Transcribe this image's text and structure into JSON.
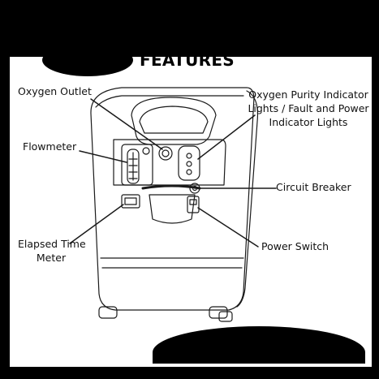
{
  "title": "FEATURES",
  "labels": {
    "oxygen_outlet": "Oxygen Outlet",
    "flowmeter": "Flowmeter",
    "elapsed_time_meter_line1": "Elapsed Time",
    "elapsed_time_meter_line2": "Meter",
    "purity_line1": "Oxygen Purity Indicator",
    "purity_line2": "Lights / Fault and Power",
    "purity_line3": "Indicator Lights",
    "circuit_breaker": "Circuit Breaker",
    "power_switch": "Power Switch"
  },
  "colors": {
    "background": "#000000",
    "panel": "#ffffff",
    "ink": "#1a1a1a"
  }
}
